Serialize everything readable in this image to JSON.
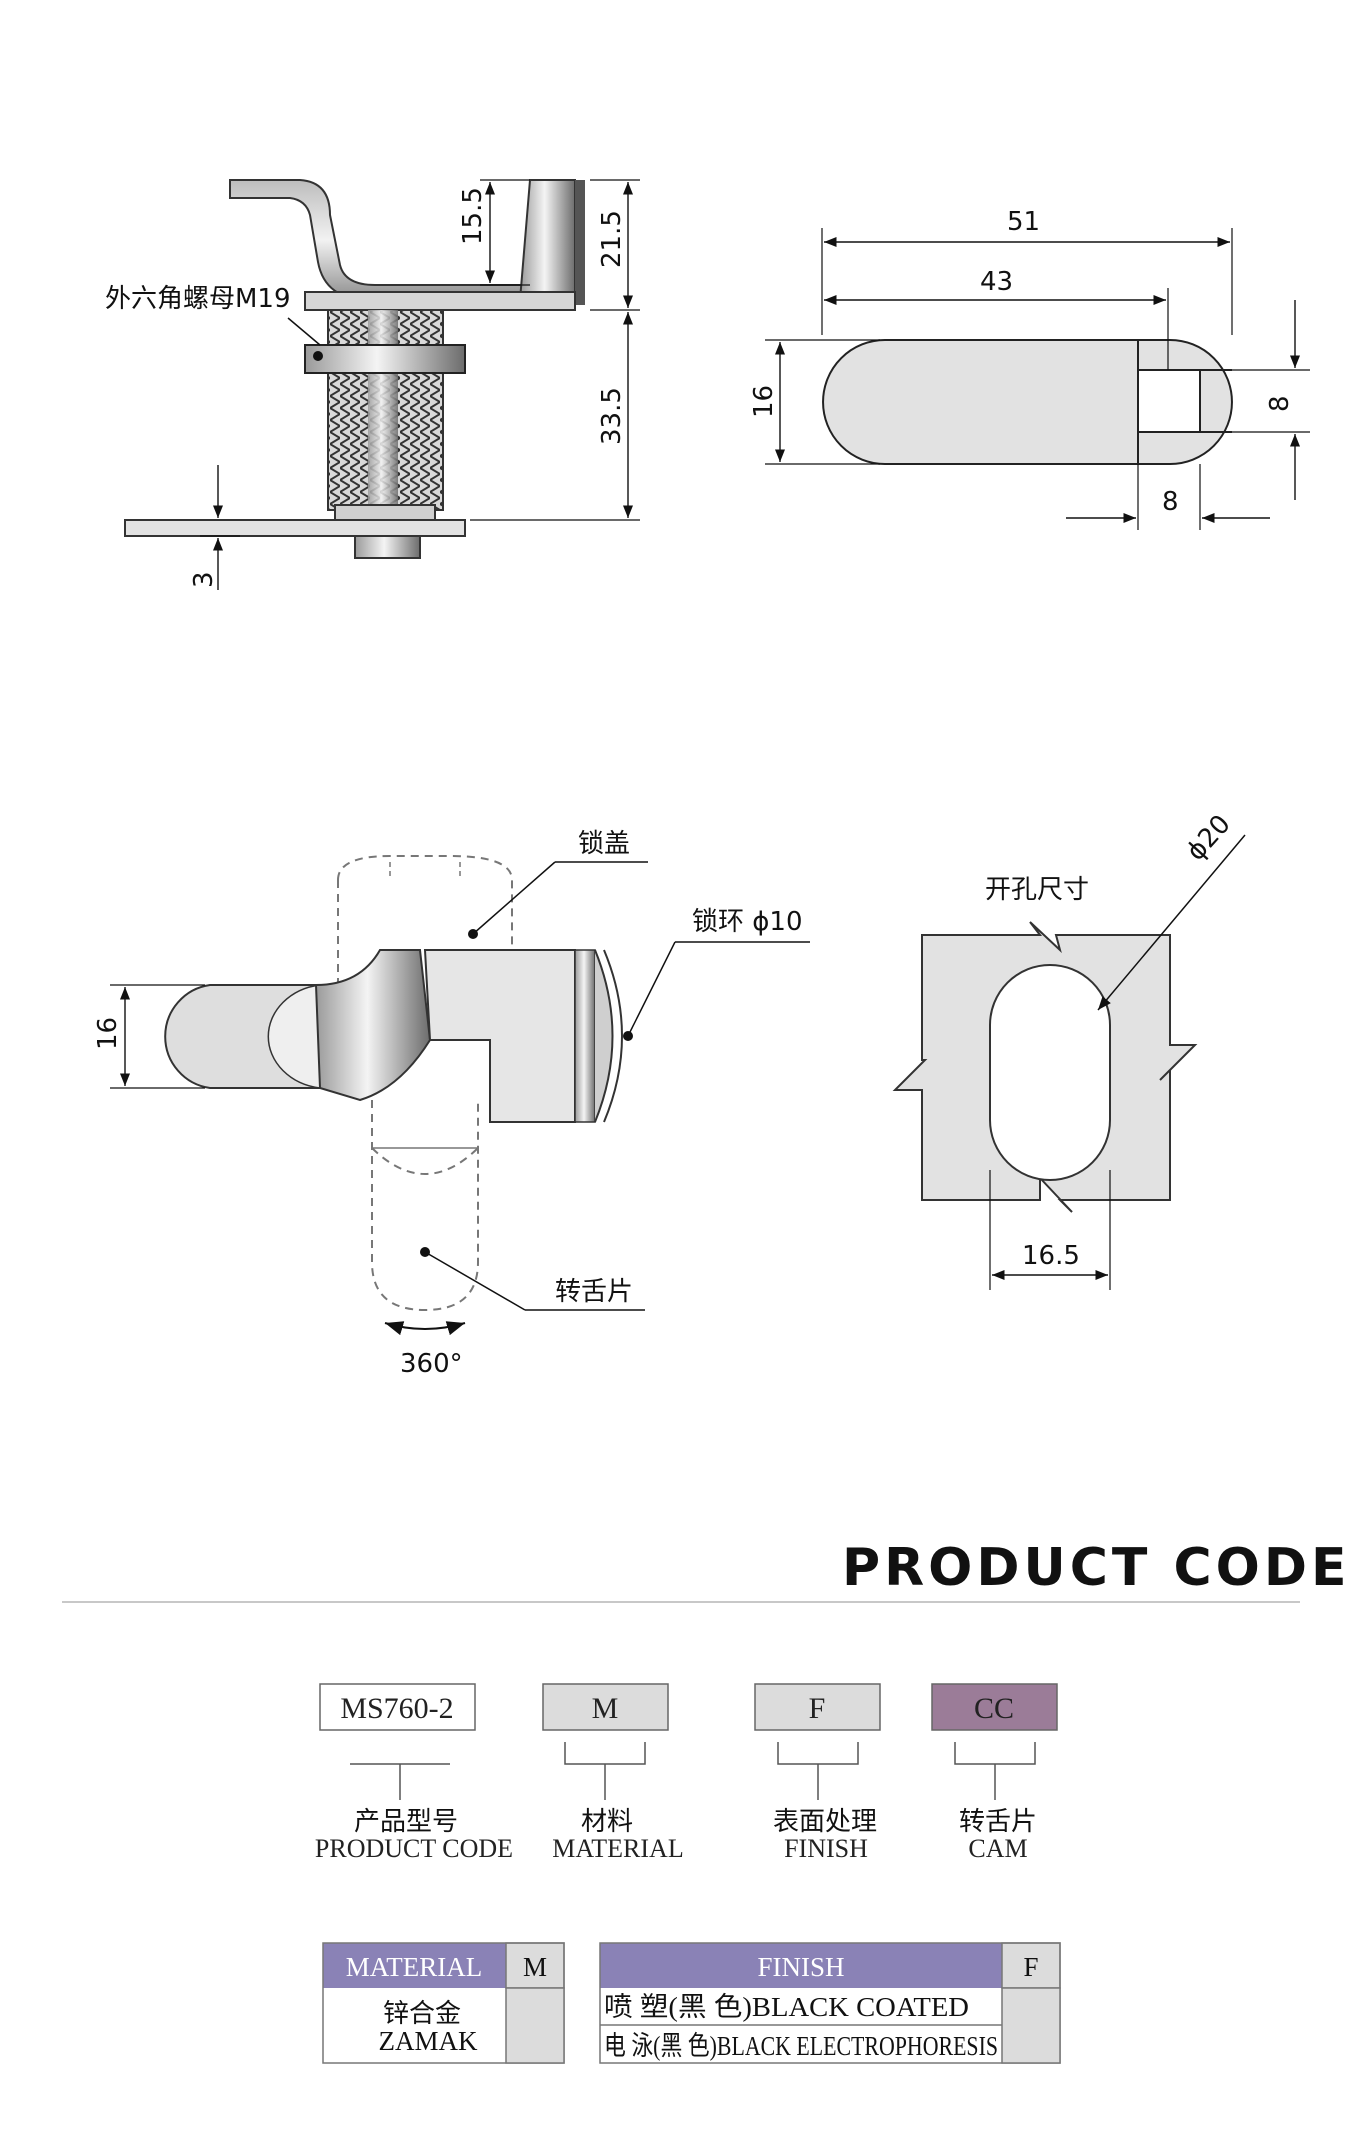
{
  "top_side_view": {
    "nut_label": "外六角螺母M19",
    "dims": {
      "d1": "15.5",
      "d2": "21.5",
      "d3": "33.5",
      "d4": "3"
    }
  },
  "top_cam_view": {
    "dims": {
      "d1": "51",
      "d2": "43",
      "d3": "16",
      "d4": "8",
      "d5": "8"
    }
  },
  "middle_view": {
    "labels": {
      "cap": "锁盖",
      "ring": "锁环 ϕ10",
      "cam": "转舌片",
      "rotation": "360°"
    },
    "dims": {
      "d1": "16"
    }
  },
  "cutout_view": {
    "title": "开孔尺寸",
    "dims": {
      "diameter": "ϕ20",
      "width": "16.5"
    }
  },
  "product_code": {
    "heading": "PRODUCT CODE",
    "boxes": [
      {
        "value": "MS760-2",
        "fill": "#ffffff"
      },
      {
        "value": "M",
        "fill": "#dcdcdc"
      },
      {
        "value": "F",
        "fill": "#dcdcdc"
      },
      {
        "value": "CC",
        "fill": "#9b7c98"
      }
    ],
    "captions": [
      {
        "cn": "产品型号",
        "en": "PRODUCT CODE"
      },
      {
        "cn": "材料",
        "en": "MATERIAL"
      },
      {
        "cn": "表面处理",
        "en": "FINISH"
      },
      {
        "cn": "转舌片",
        "en": "CAM"
      }
    ]
  },
  "material_table": {
    "header": "MATERIAL",
    "code": "M",
    "header_color": "#8a82b6",
    "rows": [
      {
        "cn": "锌合金",
        "en": "ZAMAK"
      }
    ]
  },
  "finish_table": {
    "header": "FINISH",
    "code": "F",
    "header_color": "#8a82b6",
    "rows": [
      {
        "text": "喷  塑(黑  色)BLACK COATED"
      },
      {
        "text": "电  泳(黑  色)BLACK ELECTROPHORESIS"
      }
    ]
  }
}
